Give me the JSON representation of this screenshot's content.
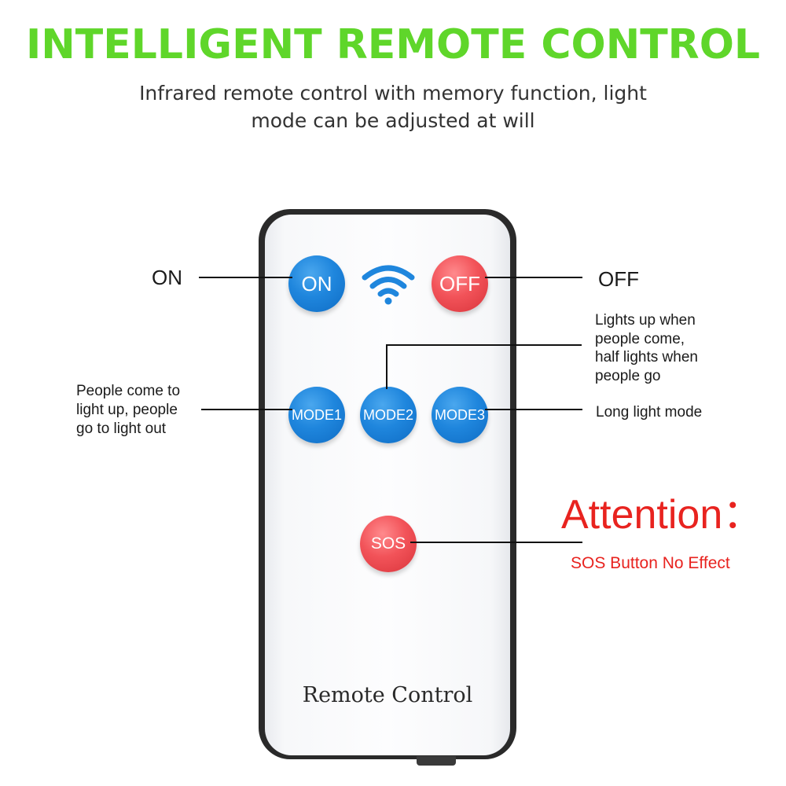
{
  "header": {
    "title": "INTELLIGENT REMOTE CONTROL",
    "subtitle_line1": "Infrared remote control with memory function, light",
    "subtitle_line2": "mode can be adjusted at will"
  },
  "remote": {
    "brand_label": "Remote Control",
    "buttons": {
      "on": "ON",
      "off": "OFF",
      "mode1": "MODE1",
      "mode2": "MODE2",
      "mode3": "MODE3",
      "sos": "SOS"
    },
    "signal_icon": "wifi-signal-icon"
  },
  "callouts": {
    "on": "ON",
    "off": "OFF",
    "mode1": [
      "People come to",
      "light up, people",
      "go to light out"
    ],
    "mode2": [
      "Lights up when",
      "people come,",
      "half lights when",
      "people go"
    ],
    "mode3": "Long light mode"
  },
  "attention": {
    "title": "Attention：",
    "note": "SOS Button No Effect"
  },
  "colors": {
    "headline_green": "#5fd62a",
    "button_blue": "#1f86dd",
    "button_red": "#f25359",
    "attention_red": "#e8231f"
  }
}
